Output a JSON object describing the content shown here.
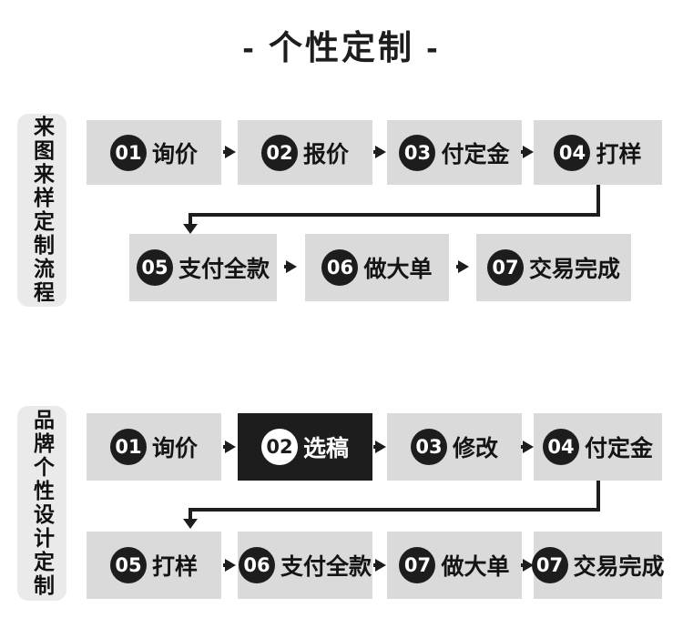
{
  "title": "- 个性定制 -",
  "colors": {
    "ink": "#1d1d1d",
    "box-gray": "#dadada",
    "bar-gray": "#eaeaea",
    "paper": "#ffffff"
  },
  "sections": [
    {
      "label": "来图来样定制流程",
      "rows": [
        {
          "steps": [
            {
              "num": "01",
              "label": "询价",
              "highlight": false
            },
            {
              "num": "02",
              "label": "报价",
              "highlight": false
            },
            {
              "num": "03",
              "label": "付定金",
              "highlight": false
            },
            {
              "num": "04",
              "label": "打样",
              "highlight": false
            }
          ]
        },
        {
          "steps": [
            {
              "num": "05",
              "label": "支付全款",
              "highlight": false
            },
            {
              "num": "06",
              "label": "做大单",
              "highlight": false
            },
            {
              "num": "07",
              "label": "交易完成",
              "highlight": false
            }
          ]
        }
      ]
    },
    {
      "label": "品牌个性设计定制",
      "rows": [
        {
          "steps": [
            {
              "num": "01",
              "label": "询价",
              "highlight": false
            },
            {
              "num": "02",
              "label": "选稿",
              "highlight": true
            },
            {
              "num": "03",
              "label": "修改",
              "highlight": false
            },
            {
              "num": "04",
              "label": "付定金",
              "highlight": false
            }
          ]
        },
        {
          "steps": [
            {
              "num": "05",
              "label": "打样",
              "highlight": false
            },
            {
              "num": "06",
              "label": "支付全款",
              "highlight": false
            },
            {
              "num": "07",
              "label": "做大单",
              "highlight": false
            },
            {
              "num": "07",
              "label": "交易完成",
              "highlight": false
            }
          ]
        }
      ]
    }
  ]
}
